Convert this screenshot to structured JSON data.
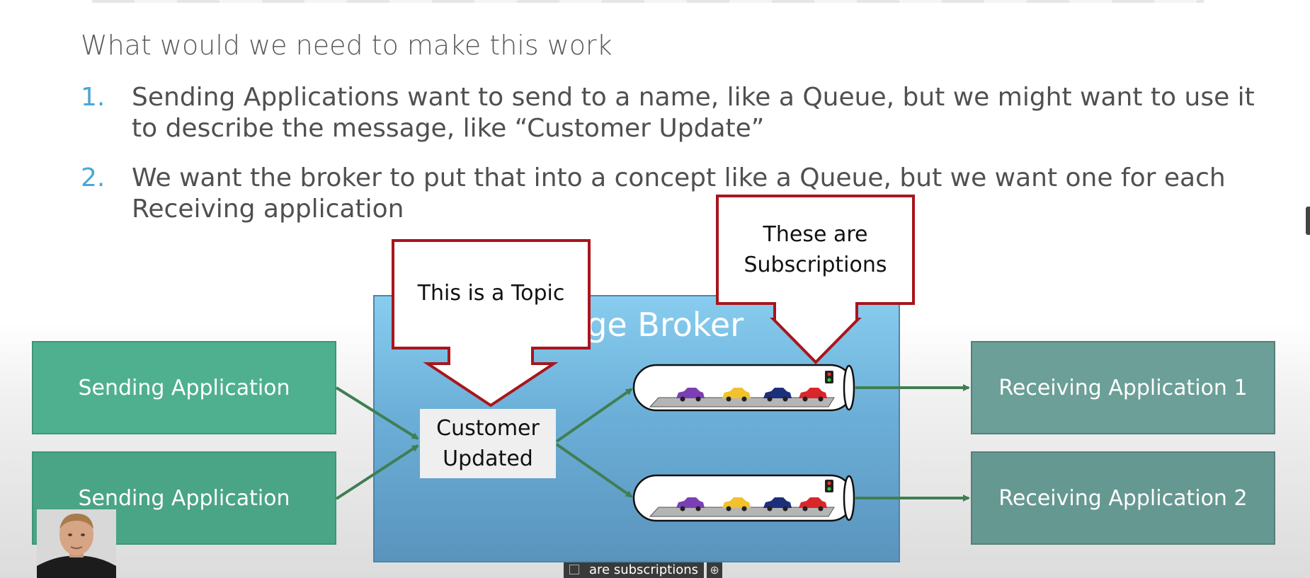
{
  "slide": {
    "heading": "What would we need to make this work",
    "items": [
      {
        "number": "1.",
        "text": "Sending Applications want to send to a name, like a Queue, but we might want to use it to describe the message, like “Customer Update”"
      },
      {
        "number": "2.",
        "text": "We want the broker to put that into a concept like a Queue, but we want one for each Receiving application"
      }
    ]
  },
  "diagram": {
    "senders": [
      "Sending Application",
      "Sending Application"
    ],
    "receivers": [
      "Receiving Application 1",
      "Receiving Application 2"
    ],
    "broker_title": "age Broker",
    "topic_label_1": "Customer",
    "topic_label_2": "Updated",
    "callout_topic": "This is a Topic",
    "callout_subscriptions_1": "These are",
    "callout_subscriptions_2": "Subscriptions",
    "car_colors": [
      "#7b3fb3",
      "#f2c12e",
      "#1c2f7a",
      "#d9262a"
    ],
    "colors": {
      "sender": "#4fb08f",
      "receiver": "#6b9f97",
      "arrow": "#3f7f52",
      "callout_border": "#a8151c"
    }
  },
  "video": {
    "caption": "are subscriptions",
    "caption_left_icon": "expand-icon",
    "caption_right_icon": "add-icon"
  }
}
